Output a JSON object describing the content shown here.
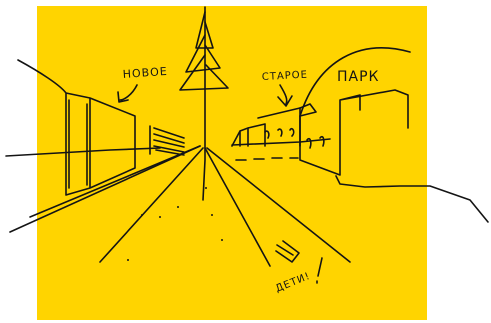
{
  "image": {
    "background_color": "#ffffff",
    "paper_color": "#ffd400",
    "ink_color": "#141414",
    "subject": "hand-drawn perspective street sketch"
  },
  "labels": {
    "new": "НОВОЕ",
    "old": "СТАРОЕ",
    "park": "ПАРК",
    "kids": "ДЕТИ!"
  }
}
